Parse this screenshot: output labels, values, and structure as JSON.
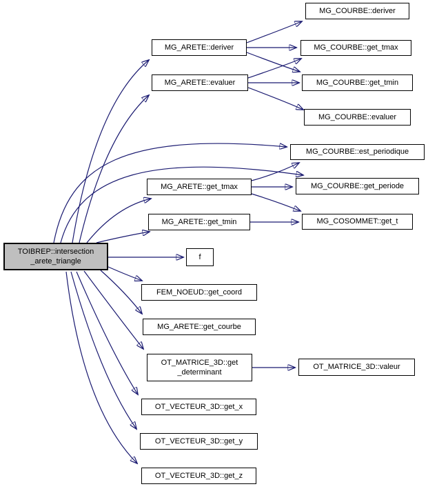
{
  "diagram": {
    "type": "call-graph",
    "root_function": "TOIBREP::intersection_arete_triangle",
    "colors": {
      "edge": "#191970",
      "node_fill": "#ffffff",
      "node_border": "#000000",
      "root_fill": "#bfbfbf",
      "background": "#ffffff"
    },
    "nodes": [
      {
        "id": "root",
        "label": "TOIBREP::intersection\n_arete_triangle"
      },
      {
        "id": "mg_arete_deriver",
        "label": "MG_ARETE::deriver"
      },
      {
        "id": "mg_arete_evaluer",
        "label": "MG_ARETE::evaluer"
      },
      {
        "id": "mg_arete_get_tmax",
        "label": "MG_ARETE::get_tmax"
      },
      {
        "id": "mg_arete_get_tmin",
        "label": "MG_ARETE::get_tmin"
      },
      {
        "id": "f",
        "label": "f"
      },
      {
        "id": "fem_noeud_get_coord",
        "label": "FEM_NOEUD::get_coord"
      },
      {
        "id": "mg_arete_get_courbe",
        "label": "MG_ARETE::get_courbe"
      },
      {
        "id": "ot_matrice_3d_get_determinant",
        "label": "OT_MATRICE_3D::get\n_determinant"
      },
      {
        "id": "ot_vecteur_3d_get_x",
        "label": "OT_VECTEUR_3D::get_x"
      },
      {
        "id": "ot_vecteur_3d_get_y",
        "label": "OT_VECTEUR_3D::get_y"
      },
      {
        "id": "ot_vecteur_3d_get_z",
        "label": "OT_VECTEUR_3D::get_z"
      },
      {
        "id": "mg_courbe_deriver",
        "label": "MG_COURBE::deriver"
      },
      {
        "id": "mg_courbe_get_tmax",
        "label": "MG_COURBE::get_tmax"
      },
      {
        "id": "mg_courbe_get_tmin",
        "label": "MG_COURBE::get_tmin"
      },
      {
        "id": "mg_courbe_evaluer",
        "label": "MG_COURBE::evaluer"
      },
      {
        "id": "mg_courbe_est_periodique",
        "label": "MG_COURBE::est_periodique"
      },
      {
        "id": "mg_courbe_get_periode",
        "label": "MG_COURBE::get_periode"
      },
      {
        "id": "mg_cosommet_get_t",
        "label": "MG_COSOMMET::get_t"
      },
      {
        "id": "ot_matrice_3d_valeur",
        "label": "OT_MATRICE_3D::valeur"
      }
    ],
    "edges": [
      {
        "from": "root",
        "to": "mg_arete_deriver"
      },
      {
        "from": "root",
        "to": "mg_arete_evaluer"
      },
      {
        "from": "root",
        "to": "mg_courbe_est_periodique"
      },
      {
        "from": "root",
        "to": "mg_courbe_get_periode"
      },
      {
        "from": "root",
        "to": "mg_arete_get_tmax"
      },
      {
        "from": "root",
        "to": "mg_arete_get_tmin"
      },
      {
        "from": "root",
        "to": "f"
      },
      {
        "from": "root",
        "to": "fem_noeud_get_coord"
      },
      {
        "from": "root",
        "to": "mg_arete_get_courbe"
      },
      {
        "from": "root",
        "to": "ot_matrice_3d_get_determinant"
      },
      {
        "from": "root",
        "to": "ot_vecteur_3d_get_x"
      },
      {
        "from": "root",
        "to": "ot_vecteur_3d_get_y"
      },
      {
        "from": "root",
        "to": "ot_vecteur_3d_get_z"
      },
      {
        "from": "mg_arete_deriver",
        "to": "mg_courbe_deriver"
      },
      {
        "from": "mg_arete_deriver",
        "to": "mg_courbe_get_tmax"
      },
      {
        "from": "mg_arete_deriver",
        "to": "mg_courbe_get_tmin"
      },
      {
        "from": "mg_arete_evaluer",
        "to": "mg_courbe_get_tmax"
      },
      {
        "from": "mg_arete_evaluer",
        "to": "mg_courbe_get_tmin"
      },
      {
        "from": "mg_arete_evaluer",
        "to": "mg_courbe_evaluer"
      },
      {
        "from": "mg_arete_get_tmax",
        "to": "mg_courbe_est_periodique"
      },
      {
        "from": "mg_arete_get_tmax",
        "to": "mg_courbe_get_periode"
      },
      {
        "from": "mg_arete_get_tmax",
        "to": "mg_cosommet_get_t"
      },
      {
        "from": "mg_arete_get_tmin",
        "to": "mg_cosommet_get_t"
      },
      {
        "from": "ot_matrice_3d_get_determinant",
        "to": "ot_matrice_3d_valeur"
      }
    ]
  }
}
